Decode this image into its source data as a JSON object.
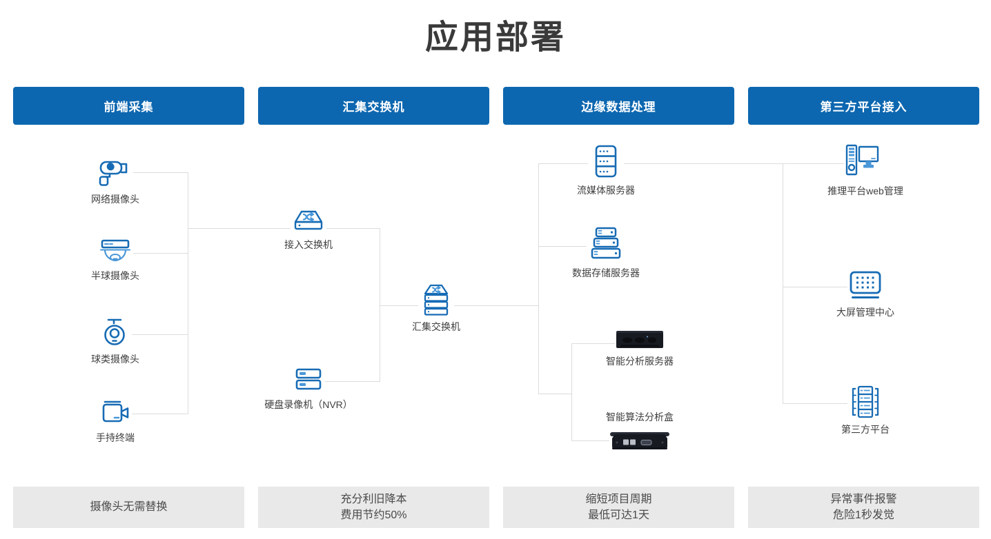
{
  "title": "应用部署",
  "colors": {
    "header_bg": "#0d67b0",
    "footer_bg": "#e9e9e9",
    "icon_primary": "#176bb4",
    "icon_accent": "#4a97d9",
    "connector": "#dcdcdc",
    "title_text": "#3a3a3a",
    "label_text": "#3f3f3f"
  },
  "columns": [
    {
      "header": "前端采集",
      "footer": {
        "line1": "摄像头无需替换"
      }
    },
    {
      "header": "汇集交换机",
      "footer": {
        "line1": "充分利旧降本",
        "line2": "费用节约50%"
      }
    },
    {
      "header": "边缘数据处理",
      "footer": {
        "line1": "缩短项目周期",
        "line2": "最低可达1天"
      }
    },
    {
      "header": "第三方平台接入",
      "footer": {
        "line1": "异常事件报警",
        "line2": "危险1秒发觉"
      }
    }
  ],
  "nodes": {
    "network_camera": {
      "label": "网络摄像头",
      "icon": "bullet-camera-icon"
    },
    "dome_camera": {
      "label": "半球摄像头",
      "icon": "dome-camera-icon"
    },
    "ball_camera": {
      "label": "球类摄像头",
      "icon": "ptz-camera-icon"
    },
    "handheld_terminal": {
      "label": "手持终端",
      "icon": "camcorder-icon"
    },
    "access_switch": {
      "label": "接入交换机",
      "icon": "switch-icon"
    },
    "nvr": {
      "label": "硬盘录像机（NVR）",
      "icon": "nvr-icon"
    },
    "aggregation_switch": {
      "label": "汇集交换机",
      "icon": "stacked-switch-icon"
    },
    "media_server": {
      "label": "流媒体服务器",
      "icon": "media-server-icon"
    },
    "storage_server": {
      "label": "数据存储服务器",
      "icon": "storage-server-icon"
    },
    "analysis_server": {
      "label": "智能分析服务器",
      "icon": "rack-server-photo"
    },
    "algorithm_box": {
      "label": "智能算法分析盒",
      "icon": "analysis-box-photo"
    },
    "inference_web": {
      "label": "推理平台web管理",
      "icon": "workstation-icon"
    },
    "big_screen": {
      "label": "大屏管理中心",
      "icon": "led-screen-icon"
    },
    "third_party": {
      "label": "第三方平台",
      "icon": "server-rack-icon"
    }
  }
}
